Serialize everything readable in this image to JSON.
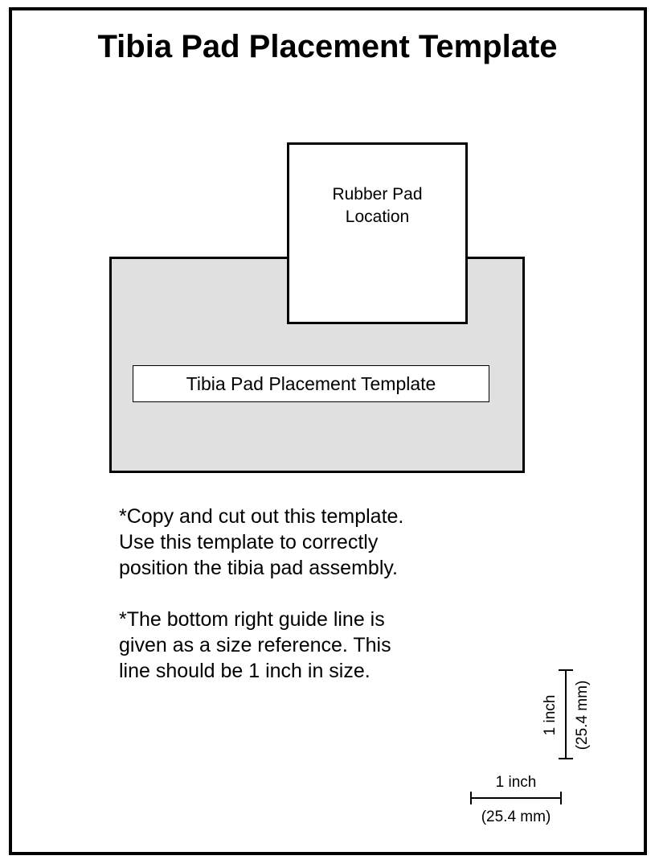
{
  "page": {
    "title": "Tibia Pad Placement Template"
  },
  "diagram": {
    "rubber_pad_label": "Rubber Pad\nLocation",
    "template_label": "Tibia Pad Placement Template",
    "colors": {
      "template_fill": "#e0e0e0",
      "pad_fill": "#ffffff",
      "outline": "#000000"
    }
  },
  "instructions": {
    "paragraph_1": "*Copy and cut out this template.\nUse this template to correctly\nposition the tibia pad assembly.",
    "paragraph_2": "*The bottom right guide line is\ngiven as a size reference. This\nline should be 1 inch in size."
  },
  "guides": {
    "vertical": {
      "label_inch": "1 inch",
      "label_mm": "(25.4 mm)"
    },
    "horizontal": {
      "label_inch": "1 inch",
      "label_mm": "(25.4 mm)"
    }
  }
}
